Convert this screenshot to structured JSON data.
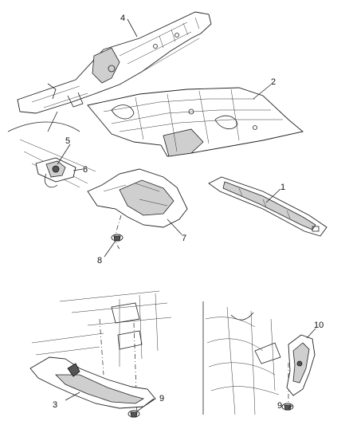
{
  "callouts": {
    "c1": "1",
    "c2": "2",
    "c3": "3",
    "c4": "4",
    "c5": "5",
    "c6": "6",
    "c7": "7",
    "c8": "8",
    "c9a": "9",
    "c9b": "9",
    "c10": "10"
  },
  "colors": {
    "line": "#222222",
    "shade": "#cfcfcf",
    "background": "#ffffff"
  }
}
